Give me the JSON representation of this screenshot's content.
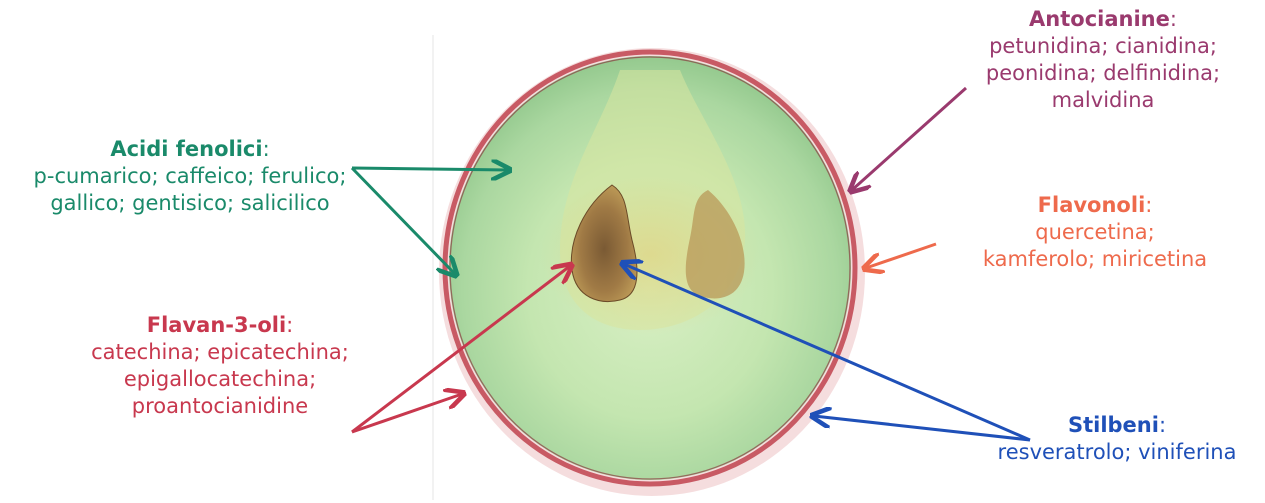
{
  "colors": {
    "acidi": "#1a8a6a",
    "flavan": "#c8384e",
    "antocianine": "#9a3a6e",
    "flavonoli": "#ee6a4c",
    "stilbeni": "#1f50b8",
    "berry_flesh": "#cdebb6",
    "berry_skin": "#c85a64",
    "seed": "#7a5a30"
  },
  "labels": {
    "acidi": {
      "title": "Acidi fenolici",
      "lines": [
        "p-cumarico; caffeico; ferulico;",
        "gallico; gentisico; salicilico"
      ]
    },
    "flavan": {
      "title": "Flavan-3-oli",
      "lines": [
        "catechina; epicatechina;",
        "epigallocatechina;",
        "proantocianidine"
      ]
    },
    "antocianine": {
      "title": "Antocianine",
      "lines": [
        "petunidina; cianidina;",
        "peonidina; delfinidina;",
        "malvidina"
      ]
    },
    "flavonoli": {
      "title": "Flavonoli",
      "lines": [
        "quercetina;",
        "kamferolo; miricetina"
      ]
    },
    "stilbeni": {
      "title": "Stilbeni",
      "lines": [
        "resveratrolo; viniferina"
      ]
    }
  }
}
